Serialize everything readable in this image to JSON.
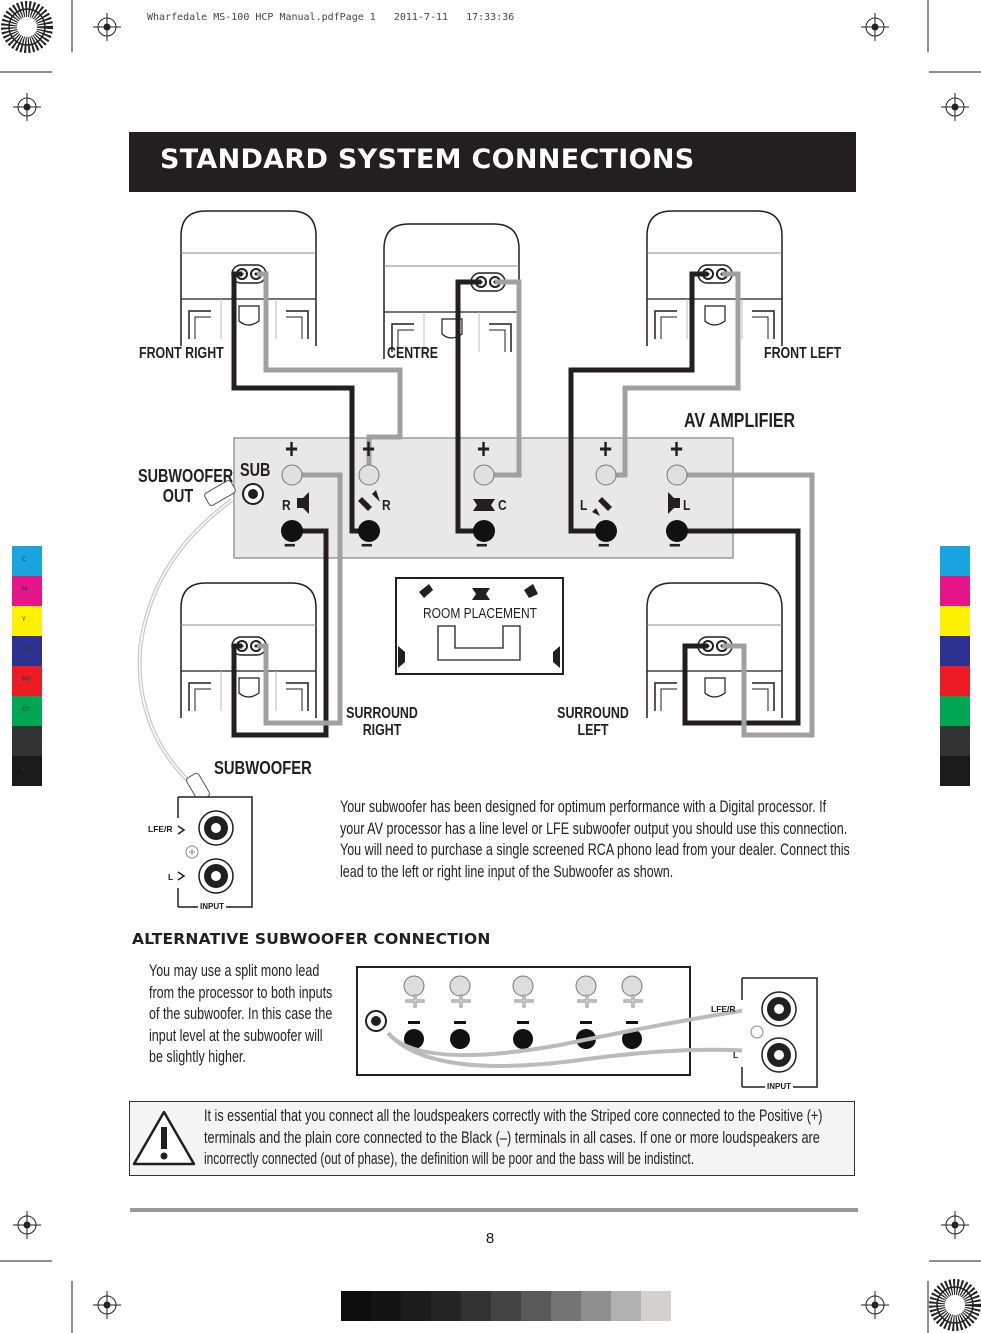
{
  "print_header": "Wharfedale MS-100 HCP Manual.pdfPage 1   2011-7-11   17:33:36",
  "title": "STANDARD SYSTEM CONNECTIONS",
  "speakers": {
    "front_right": "FRONT RIGHT",
    "centre": "CENTRE",
    "front_left": "FRONT LEFT",
    "surround_right_1": "SURROUND",
    "surround_right_2": "RIGHT",
    "surround_left_1": "SURROUND",
    "surround_left_2": "LEFT",
    "subwoofer": "SUBWOOFER"
  },
  "amplifier": {
    "label": "AV AMPLIFIER",
    "sub_label": "SUB",
    "subwoofer_out_1": "SUBWOOFER",
    "subwoofer_out_2": "OUT",
    "plus": "+",
    "minus": "–",
    "channels": [
      "R",
      "R",
      "C",
      "L",
      "L"
    ]
  },
  "room_placement": "ROOM PLACEMENT",
  "sub_input": {
    "lfe": "LFE/R",
    "l": "L",
    "input": "INPUT"
  },
  "paragraph": [
    "Your subwoofer has been designed for optimum performance with a Digital processor. If",
    "your AV processor has a line level or LFE subwoofer output you should use this connection.",
    "You will need to purchase a single screened RCA phono lead from your dealer. Connect this",
    "lead to the left or right line input of the Subwoofer as shown."
  ],
  "alt_heading": "ALTERNATIVE SUBWOOFER CONNECTION",
  "alt_text": [
    "You may use a split mono lead",
    "from the processor to both inputs",
    "of the subwoofer. In this case the",
    "input level at the subwoofer will",
    "be slightly higher."
  ],
  "warning": [
    "It is essential that you connect all the loudspeakers correctly with the Striped core connected to the Positive (+)",
    "terminals and the plain core connected to the Black (–) terminals in all cases. If one or more loudspeakers are",
    "incorrectly connected (out of phase), the definition will be poor and the bass will be indistinct."
  ],
  "page_number": "8",
  "colors": {
    "color_bar": [
      "#1aa5e0",
      "#e6168a",
      "#fff200",
      "#2e3192",
      "#ed1c24",
      "#00a651",
      "#333333",
      "#1a1a1a"
    ],
    "gray_scale": [
      "#0d0d0d",
      "#141414",
      "#1b1b1b",
      "#252525",
      "#333333",
      "#444444",
      "#595959",
      "#737373",
      "#8f8f8f",
      "#b0b0b0",
      "#d4d0d0"
    ]
  }
}
